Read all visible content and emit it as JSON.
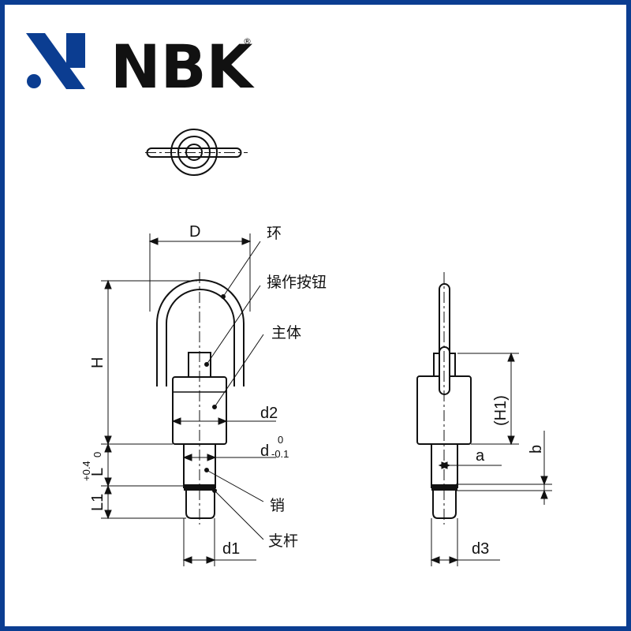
{
  "brand": {
    "name": "NBK",
    "registered_mark": "®",
    "color": "#0b3d91",
    "text_color": "#111111"
  },
  "labels": {
    "D": "D",
    "H": "H",
    "d2": "d2",
    "d_main": "d",
    "d_tol_upper": "0",
    "d_tol_lower": "-0.1",
    "L": "L",
    "L_tol_upper": "+0.4",
    "L_tol_lower": "0",
    "L1": "L1",
    "d1": "d1",
    "H1": "(H1)",
    "a": "a",
    "b": "b",
    "d3": "d3"
  },
  "parts": {
    "ring": "环",
    "button": "操作按钮",
    "body": "主体",
    "pin": "销",
    "rod": "支杆"
  }
}
